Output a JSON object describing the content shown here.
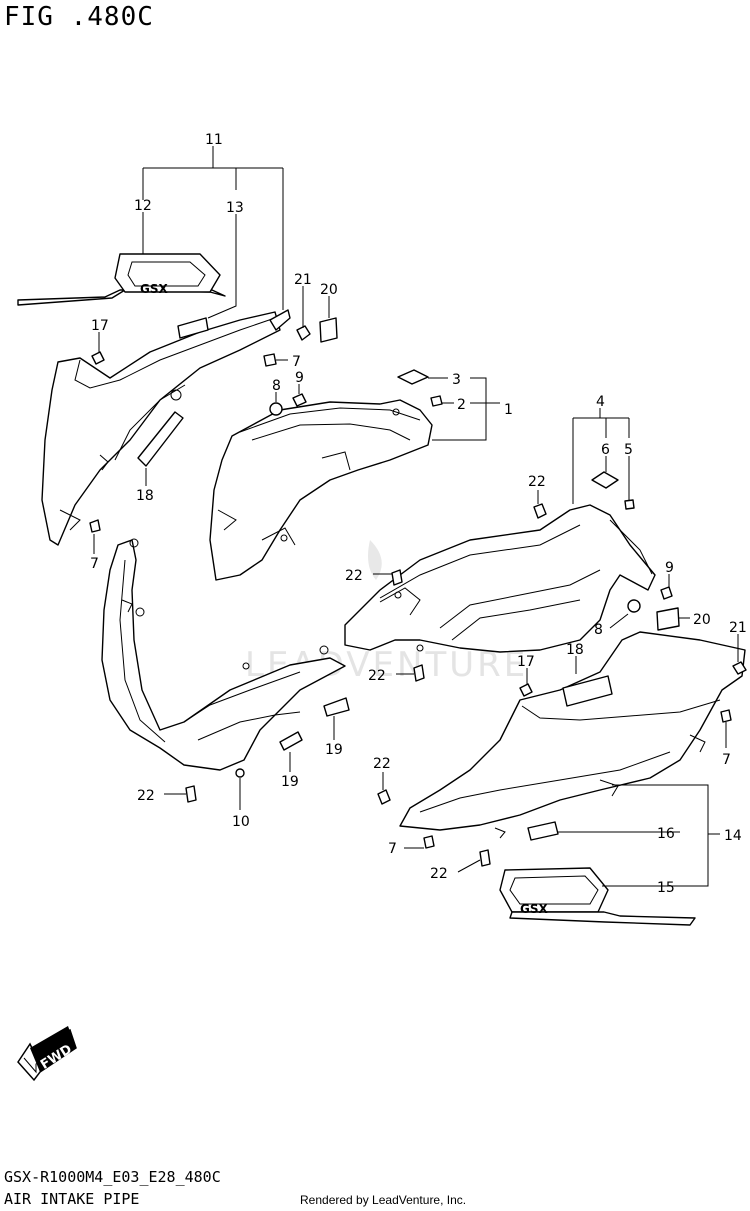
{
  "figure": {
    "title": "FIG .480C"
  },
  "footer": {
    "model_code": "GSX-R1000M4_E03_E28_480C",
    "section_name": "AIR INTAKE PIPE",
    "credit": "Rendered by LeadVenture, Inc."
  },
  "watermark": {
    "text": "LEADVENTURE"
  },
  "fwd_arrow": {
    "label": "FWD"
  },
  "logo_decal": {
    "text": "GSX"
  },
  "callouts": {
    "c1": "1",
    "c2": "2",
    "c3": "3",
    "c4": "4",
    "c5": "5",
    "c6": "6",
    "c7a": "7",
    "c7b": "7",
    "c7c": "7",
    "c7d": "7",
    "c8a": "8",
    "c8b": "8",
    "c9a": "9",
    "c9b": "9",
    "c10": "10",
    "c11": "11",
    "c12": "12",
    "c13": "13",
    "c14": "14",
    "c15": "15",
    "c16": "16",
    "c17a": "17",
    "c17b": "17",
    "c18a": "18",
    "c18b": "18",
    "c19a": "19",
    "c19b": "19",
    "c20a": "20",
    "c20b": "20",
    "c21a": "21",
    "c21b": "21",
    "c22a": "22",
    "c22b": "22",
    "c22c": "22",
    "c22d": "22",
    "c22e": "22"
  }
}
